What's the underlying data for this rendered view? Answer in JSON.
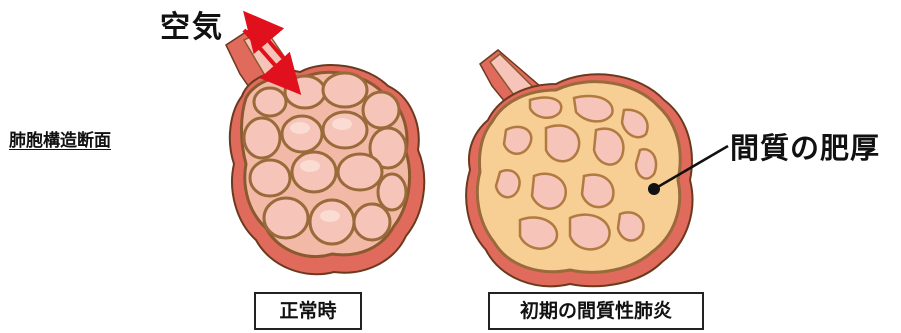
{
  "labels": {
    "air": "空気",
    "section": "肺胞構造断面",
    "interstitial_thickening": "間質の肥厚"
  },
  "captions": {
    "normal": "正常時",
    "early_interstitial_pneumonia": "初期の間質性肺炎"
  },
  "colors": {
    "tissue_red": "#e06a5c",
    "alveolus_pink": "#f6c4b8",
    "wall_outline": "#8a5a2e",
    "thickened_interstitium": "#f7cf95",
    "airflow_arrow": "#e0101c"
  }
}
